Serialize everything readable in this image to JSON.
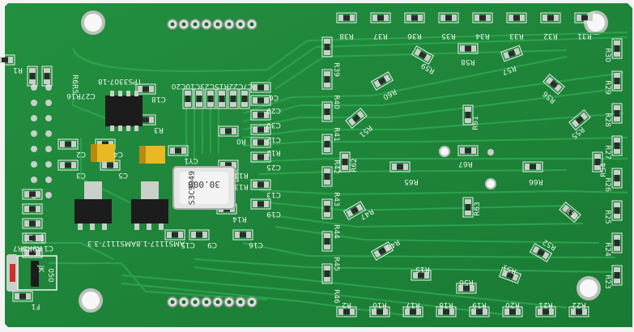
{
  "colors": {
    "board": "#1f8a3b",
    "board_dark": "#166b2d",
    "trace": "#2aa14a",
    "pad": "#c9cfc9",
    "silkscreen": "#eef5ee",
    "chip": "#1c1c1c",
    "background": "#f3f3f3"
  },
  "labels": {
    "top_resistors": [
      "R38",
      "R37",
      "R36",
      "R35",
      "R34",
      "R33",
      "R32",
      "R31"
    ],
    "bottom_resistors": [
      "R2",
      "R10",
      "R17",
      "R18",
      "R19",
      "R20",
      "R21",
      "R22"
    ],
    "right_resistors": [
      "R30",
      "R29",
      "R28",
      "R27",
      "R26",
      "R25",
      "R24",
      "R23"
    ],
    "left_column_resistors": [
      "R39",
      "R40",
      "R41",
      "R42",
      "R43",
      "R44",
      "R45",
      "R46"
    ],
    "inner_resistors": [
      "R59",
      "R58",
      "R57",
      "R60",
      "R56",
      "R51",
      "R61",
      "R55",
      "R62",
      "R67",
      "R65",
      "R66",
      "R54",
      "R47",
      "R63",
      "R53",
      "R48",
      "R52",
      "R15",
      "R51",
      "R50"
    ],
    "cluster_labels": [
      "C6",
      "C29",
      "C30",
      "C12",
      "R12",
      "C25",
      "C13",
      "C19",
      "R0",
      "R11",
      "R13",
      "R14",
      "R3",
      "C18",
      "C2",
      "C4",
      "C3",
      "C5",
      "C15",
      "C9",
      "C16",
      "CY1",
      "F1",
      "C1",
      "R1"
    ],
    "top_cluster_header": "C7C22R15C23C10C20",
    "tps_label": "TPS3307-18",
    "c27_label": "C27R16",
    "crystal_line1": "30.000",
    "crystal_line2": "S3C9949",
    "ams_label": "AMS1117-1.8AMS1117-3.3",
    "fuse_line1": "JK",
    "fuse_line2": "050",
    "r9r8r7_label": "R9R8R7",
    "r6r5_label": "R6R5"
  }
}
